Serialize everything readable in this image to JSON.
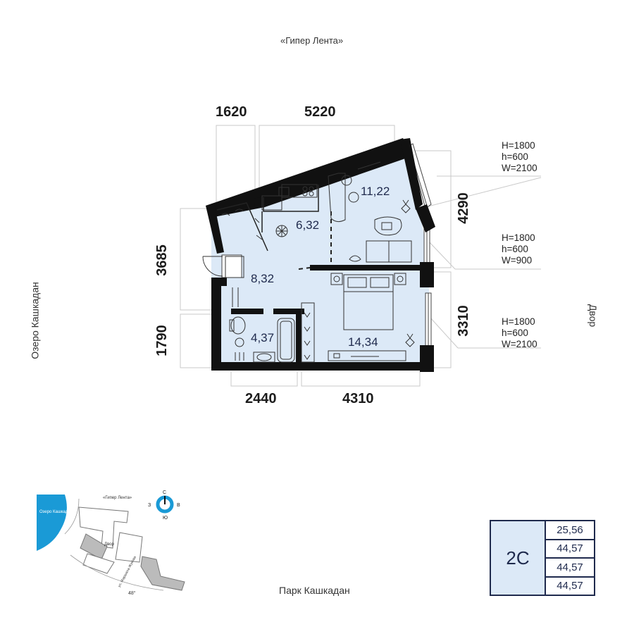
{
  "labels": {
    "top": "«Гипер Лента»",
    "bottom": "Парк Кашкадан",
    "left": "Озеро Кашкадан",
    "right": "Двор"
  },
  "dimensions": {
    "top_1": "1620",
    "top_2": "5220",
    "left_1": "3685",
    "left_2": "1790",
    "right_1": "4290",
    "right_2": "3310",
    "bottom_1": "2440",
    "bottom_2": "4310"
  },
  "rooms": {
    "kitchen": "11,22",
    "corridor": "6,32",
    "hall": "8,32",
    "bathroom": "4,37",
    "bedroom": "14,34"
  },
  "windows": [
    {
      "H": "H=1800",
      "h": "h=600",
      "W": "W=2100"
    },
    {
      "H": "H=1800",
      "h": "h=600",
      "W": "W=900"
    },
    {
      "H": "H=1800",
      "h": "h=600",
      "W": "W=2100"
    }
  ],
  "minimap": {
    "lake": "Озеро Кашкадан",
    "hyper": "«Гипер Лента»",
    "yard": "Двор",
    "street": "ул. Маршала Жукова",
    "angle": "48°",
    "compass": {
      "n": "С",
      "s": "Ю",
      "w": "З",
      "e": "В"
    }
  },
  "summary": {
    "code": "2С",
    "areas": [
      "25,56",
      "44,57",
      "44,57",
      "44,57"
    ]
  },
  "colors": {
    "wall": "#111111",
    "floor": "#dce9f7",
    "text_dark": "#1f2a4d",
    "lake": "#1a9ad6"
  }
}
